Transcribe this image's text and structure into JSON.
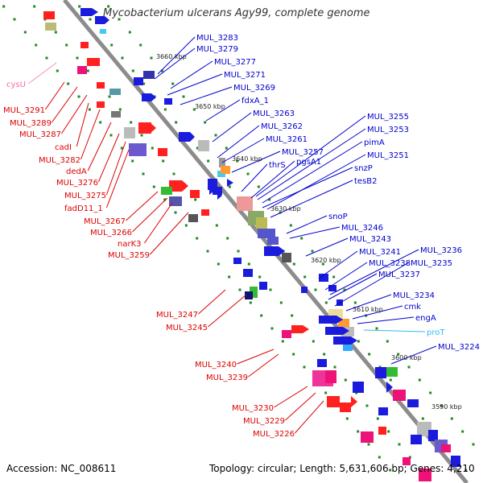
{
  "title": "Mycobacterium ulcerans Agy99, complete genome",
  "footer": {
    "accession": "Accession: NC_008611",
    "topology": "Topology: circular; Length: 5,631,606 bp; Genes: 4,210"
  },
  "colors": {
    "backbone": "#8c8c8c",
    "forward_label": "#0000cc",
    "reverse_label": "#dd0000",
    "rna_label": "#ff66aa",
    "trna_label": "#33bbee",
    "tick": "#228822"
  },
  "ticks": [
    "3660 kbp",
    "3650 kbp",
    "3640 kbp",
    "3630 kbp",
    "3620 kbp",
    "3610 kbp",
    "3600 kbp",
    "3590 kbp"
  ],
  "forward_labels": [
    "MUL_3283",
    "MUL_3279",
    "MUL_3277",
    "MUL_3271",
    "MUL_3269",
    "fdxA_1",
    "MUL_3263",
    "MUL_3262",
    "MUL_3261",
    "MUL_3257",
    "thrS",
    "pgsA1",
    "pimA",
    "snzP",
    "MUL_3255",
    "MUL_3253",
    "MUL_3251",
    "tesB2",
    "snoP",
    "MUL_3246",
    "MUL_3243",
    "MUL_3241",
    "MUL_3238",
    "MUL_3237",
    "MUL_3236",
    "MUL_3235",
    "MUL_3234",
    "cmk",
    "engA",
    "MUL_3224"
  ],
  "trna_labels": [
    "proT"
  ],
  "reverse_labels": [
    "MUL_3291",
    "MUL_3289",
    "MUL_3287",
    "cadI",
    "MUL_3282",
    "dedA",
    "MUL_3276",
    "MUL_3275",
    "fadD11_1",
    "MUL_3267",
    "MUL_3266",
    "narK3",
    "MUL_3259",
    "MUL_3247",
    "MUL_3245",
    "MUL_3240",
    "MUL_3239",
    "MUL_3230",
    "MUL_3229",
    "MUL_3226"
  ],
  "rna_labels": [
    "cysU"
  ]
}
